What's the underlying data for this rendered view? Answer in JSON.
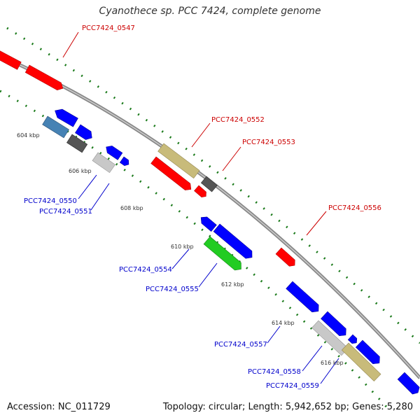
{
  "title": "Cyanothece sp. PCC 7424, complete genome",
  "accession": "Accession: NC_011729",
  "summary": "Topology: circular; Length: 5,942,652 bp; Genes: 5,280",
  "colors": {
    "red": "#ff0000",
    "blue": "#0000ff",
    "steelblue": "#4682b4",
    "green": "#22cc22",
    "khaki": "#c8bb7a",
    "darkgray": "#555555",
    "lightgray": "#c8c8c8",
    "label_red": "#cc0000",
    "label_blue": "#0000cc",
    "tick_green": "#1a7a1a",
    "backbone": "#888888"
  },
  "ticks": [
    "604 kbp",
    "606 kbp",
    "608 kbp",
    "610 kbp",
    "612 kbp",
    "614 kbp",
    "616 kbp"
  ],
  "genes_top": [
    "PCC7424_0547",
    "PCC7424_0552",
    "PCC7424_0553",
    "PCC7424_0556"
  ],
  "genes_bottom": [
    "PCC7424_0550",
    "PCC7424_0551",
    "PCC7424_0554",
    "PCC7424_0555",
    "PCC7424_0557",
    "PCC7424_0558",
    "PCC7424_0559"
  ]
}
